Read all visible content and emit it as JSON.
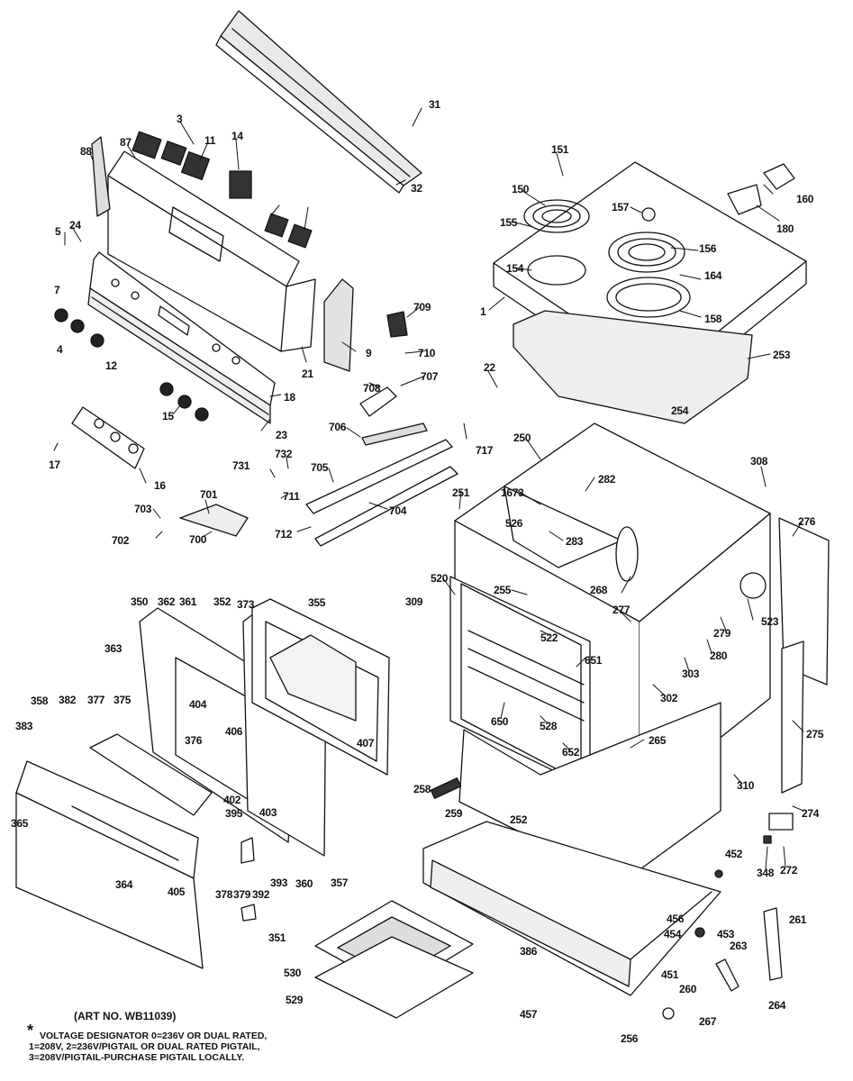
{
  "diagram": {
    "art_number": "(ART NO. WB11039)",
    "footnote": {
      "symbol": "*",
      "lines": [
        "VOLTAGE DESIGNATOR 0=236V OR DUAL RATED,",
        "1=208V, 2=236V/PIGTAIL OR DUAL RATED PIGTAIL,",
        "3=208V/PIGTAIL-PURCHASE PIGTAIL LOCALLY."
      ]
    },
    "callouts": [
      "31",
      "32",
      "3",
      "11",
      "14",
      "87",
      "88",
      "5",
      "24",
      "7",
      "4",
      "12",
      "151",
      "150",
      "157",
      "155",
      "154",
      "156",
      "164",
      "158",
      "1",
      "160",
      "180",
      "253",
      "254",
      "22",
      "709",
      "710",
      "707",
      "708",
      "9",
      "21",
      "18",
      "15",
      "23",
      "17",
      "16",
      "732",
      "731",
      "711",
      "706",
      "705",
      "704",
      "712",
      "717",
      "250",
      "282",
      "1673",
      "526",
      "283",
      "251",
      "308",
      "276",
      "703",
      "702",
      "701",
      "700",
      "520",
      "255",
      "268",
      "277",
      "523",
      "279",
      "280",
      "303",
      "302",
      "522",
      "651",
      "650",
      "528",
      "652",
      "265",
      "275",
      "310",
      "274",
      "272",
      "348",
      "350",
      "362",
      "361",
      "352",
      "373",
      "355",
      "309",
      "363",
      "358",
      "382",
      "377",
      "375",
      "404",
      "406",
      "376",
      "402",
      "395",
      "403",
      "407",
      "383",
      "365",
      "364",
      "405",
      "378",
      "379",
      "392",
      "393",
      "360",
      "357",
      "351",
      "258",
      "259",
      "252",
      "452",
      "456",
      "454",
      "453",
      "261",
      "263",
      "386",
      "451",
      "260",
      "264",
      "267",
      "256",
      "457",
      "530",
      "529"
    ]
  }
}
